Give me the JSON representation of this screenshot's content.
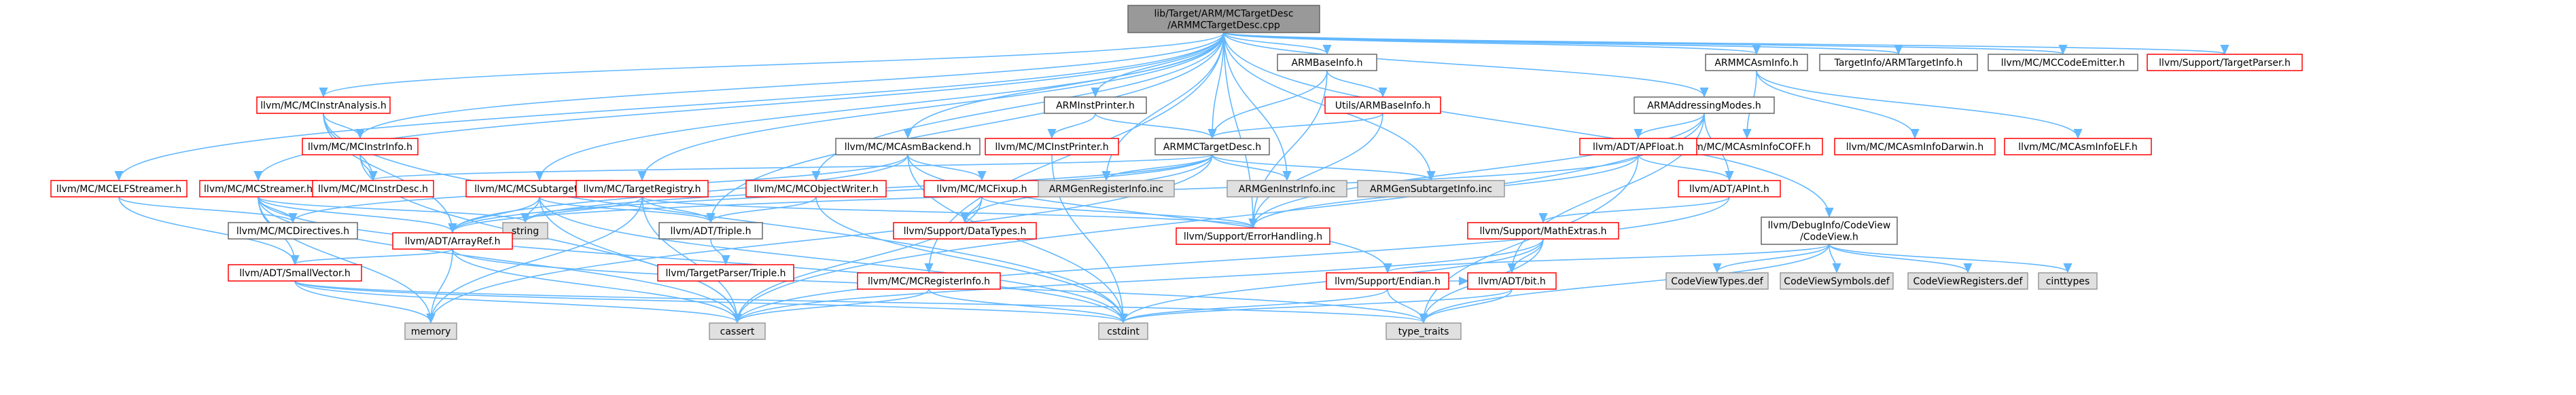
{
  "colors": {
    "edge": "#63b8ff",
    "root_fill": "#999999",
    "root_stroke": "#666666",
    "red_stroke": "#ff0000",
    "gray_fill": "#e0e0e0",
    "gray_stroke": "#999999",
    "plain_stroke": "#666666"
  },
  "nodes": [
    {
      "id": "root",
      "lines": [
        "lib/Target/ARM/MCTargetDesc",
        "/ARMMCTargetDesc.cpp"
      ],
      "style": "root"
    },
    {
      "id": "ARMBaseInfo",
      "lines": [
        "ARMBaseInfo.h"
      ],
      "style": "plain"
    },
    {
      "id": "UtilsARMBaseInfo",
      "lines": [
        "Utils/ARMBaseInfo.h"
      ],
      "style": "red"
    },
    {
      "id": "ARMMCAsmInfo",
      "lines": [
        "ARMMCAsmInfo.h"
      ],
      "style": "plain"
    },
    {
      "id": "ARMTargetInfo",
      "lines": [
        "TargetInfo/ARMTargetInfo.h"
      ],
      "style": "plain"
    },
    {
      "id": "MCCodeEmitter",
      "lines": [
        "llvm/MC/MCCodeEmitter.h"
      ],
      "style": "plain"
    },
    {
      "id": "TargetParser",
      "lines": [
        "llvm/Support/TargetParser.h"
      ],
      "style": "red"
    },
    {
      "id": "MCInstrAnalysis",
      "lines": [
        "llvm/MC/MCInstrAnalysis.h"
      ],
      "style": "red"
    },
    {
      "id": "ARMInstPrinter",
      "lines": [
        "ARMInstPrinter.h"
      ],
      "style": "plain"
    },
    {
      "id": "MCInstPrinter",
      "lines": [
        "llvm/MC/MCInstPrinter.h"
      ],
      "style": "red"
    },
    {
      "id": "ARMMCTargetDesc",
      "lines": [
        "ARMMCTargetDesc.h"
      ],
      "style": "plain"
    },
    {
      "id": "ARMAddressingModes",
      "lines": [
        "ARMAddressingModes.h"
      ],
      "style": "plain"
    },
    {
      "id": "MCAsmInfoCOFF",
      "lines": [
        "llvm/MC/MCAsmInfoCOFF.h"
      ],
      "style": "red"
    },
    {
      "id": "MCAsmInfoDarwin",
      "lines": [
        "llvm/MC/MCAsmInfoDarwin.h"
      ],
      "style": "red"
    },
    {
      "id": "MCAsmInfoELF",
      "lines": [
        "llvm/MC/MCAsmInfoELF.h"
      ],
      "style": "red"
    },
    {
      "id": "MCInstrInfo",
      "lines": [
        "llvm/MC/MCInstrInfo.h"
      ],
      "style": "red"
    },
    {
      "id": "MCAsmBackend",
      "lines": [
        "llvm/MC/MCAsmBackend.h"
      ],
      "style": "plain"
    },
    {
      "id": "APFloat",
      "lines": [
        "llvm/ADT/APFloat.h"
      ],
      "style": "red"
    },
    {
      "id": "MCELFStreamer",
      "lines": [
        "llvm/MC/MCELFStreamer.h"
      ],
      "style": "red"
    },
    {
      "id": "MCStreamer",
      "lines": [
        "llvm/MC/MCStreamer.h"
      ],
      "style": "red"
    },
    {
      "id": "MCInstrDesc",
      "lines": [
        "llvm/MC/MCInstrDesc.h"
      ],
      "style": "red"
    },
    {
      "id": "MCSubtargetInfo",
      "lines": [
        "llvm/MC/MCSubtargetInfo.h"
      ],
      "style": "red"
    },
    {
      "id": "TargetRegistry",
      "lines": [
        "llvm/MC/TargetRegistry.h"
      ],
      "style": "red"
    },
    {
      "id": "MCObjectWriter",
      "lines": [
        "llvm/MC/MCObjectWriter.h"
      ],
      "style": "red"
    },
    {
      "id": "MCFixup",
      "lines": [
        "llvm/MC/MCFixup.h"
      ],
      "style": "red"
    },
    {
      "id": "ARMGenRegisterInfo",
      "lines": [
        "ARMGenRegisterInfo.inc"
      ],
      "style": "gray"
    },
    {
      "id": "ARMGenInstrInfo",
      "lines": [
        "ARMGenInstrInfo.inc"
      ],
      "style": "gray"
    },
    {
      "id": "ARMGenSubtargetInfo",
      "lines": [
        "ARMGenSubtargetInfo.inc"
      ],
      "style": "gray"
    },
    {
      "id": "APInt",
      "lines": [
        "llvm/ADT/APInt.h"
      ],
      "style": "red"
    },
    {
      "id": "MCDirectives",
      "lines": [
        "llvm/MC/MCDirectives.h"
      ],
      "style": "plain"
    },
    {
      "id": "string",
      "lines": [
        "string"
      ],
      "style": "gray"
    },
    {
      "id": "ArrayRef",
      "lines": [
        "llvm/ADT/ArrayRef.h"
      ],
      "style": "red"
    },
    {
      "id": "Triple",
      "lines": [
        "llvm/ADT/Triple.h"
      ],
      "style": "plain"
    },
    {
      "id": "DataTypes",
      "lines": [
        "llvm/Support/DataTypes.h"
      ],
      "style": "red"
    },
    {
      "id": "ErrorHandling",
      "lines": [
        "llvm/Support/ErrorHandling.h"
      ],
      "style": "red"
    },
    {
      "id": "MathExtras",
      "lines": [
        "llvm/Support/MathExtras.h"
      ],
      "style": "red"
    },
    {
      "id": "CodeView",
      "lines": [
        "llvm/DebugInfo/CodeView",
        "/CodeView.h"
      ],
      "style": "plain"
    },
    {
      "id": "TargetParserTriple",
      "lines": [
        "llvm/TargetParser/Triple.h"
      ],
      "style": "red"
    },
    {
      "id": "SmallVector",
      "lines": [
        "llvm/ADT/SmallVector.h"
      ],
      "style": "red"
    },
    {
      "id": "MCRegisterInfo",
      "lines": [
        "llvm/MC/MCRegisterInfo.h"
      ],
      "style": "red"
    },
    {
      "id": "Endian",
      "lines": [
        "llvm/Support/Endian.h"
      ],
      "style": "red"
    },
    {
      "id": "bit",
      "lines": [
        "llvm/ADT/bit.h"
      ],
      "style": "red"
    },
    {
      "id": "CodeViewTypes",
      "lines": [
        "CodeViewTypes.def"
      ],
      "style": "gray"
    },
    {
      "id": "CodeViewSymbols",
      "lines": [
        "CodeViewSymbols.def"
      ],
      "style": "gray"
    },
    {
      "id": "CodeViewRegisters",
      "lines": [
        "CodeViewRegisters.def"
      ],
      "style": "gray"
    },
    {
      "id": "cinttypes",
      "lines": [
        "cinttypes"
      ],
      "style": "gray"
    },
    {
      "id": "memory",
      "lines": [
        "memory"
      ],
      "style": "gray"
    },
    {
      "id": "cassert",
      "lines": [
        "cassert"
      ],
      "style": "gray"
    },
    {
      "id": "cstdint",
      "lines": [
        "cstdint"
      ],
      "style": "gray"
    },
    {
      "id": "type_traits",
      "lines": [
        "type_traits"
      ],
      "style": "gray"
    }
  ],
  "edges": [
    [
      "root",
      "ARMBaseInfo"
    ],
    [
      "root",
      "ARMMCAsmInfo"
    ],
    [
      "root",
      "ARMTargetInfo"
    ],
    [
      "root",
      "MCCodeEmitter"
    ],
    [
      "root",
      "TargetParser"
    ],
    [
      "root",
      "MCInstrAnalysis"
    ],
    [
      "root",
      "ARMInstPrinter"
    ],
    [
      "root",
      "ARMMCTargetDesc"
    ],
    [
      "root",
      "ARMAddressingModes"
    ],
    [
      "root",
      "MCInstrInfo"
    ],
    [
      "root",
      "MCAsmBackend"
    ],
    [
      "root",
      "MCELFStreamer"
    ],
    [
      "root",
      "MCStreamer"
    ],
    [
      "root",
      "MCSubtargetInfo"
    ],
    [
      "root",
      "TargetRegistry"
    ],
    [
      "root",
      "MCObjectWriter"
    ],
    [
      "root",
      "ARMGenRegisterInfo"
    ],
    [
      "root",
      "ARMGenInstrInfo"
    ],
    [
      "root",
      "ARMGenSubtargetInfo"
    ],
    [
      "root",
      "Triple"
    ],
    [
      "root",
      "MCRegisterInfo"
    ],
    [
      "root",
      "ErrorHandling"
    ],
    [
      "root",
      "CodeView"
    ],
    [
      "ARMBaseInfo",
      "UtilsARMBaseInfo"
    ],
    [
      "ARMBaseInfo",
      "ARMMCTargetDesc"
    ],
    [
      "ARMBaseInfo",
      "ErrorHandling"
    ],
    [
      "UtilsARMBaseInfo",
      "ARMMCTargetDesc"
    ],
    [
      "UtilsARMBaseInfo",
      "ErrorHandling"
    ],
    [
      "ARMMCAsmInfo",
      "MCAsmInfoCOFF"
    ],
    [
      "ARMMCAsmInfo",
      "MCAsmInfoDarwin"
    ],
    [
      "ARMMCAsmInfo",
      "MCAsmInfoELF"
    ],
    [
      "MCInstrAnalysis",
      "MCInstrInfo"
    ],
    [
      "MCInstrAnalysis",
      "MCInstrDesc"
    ],
    [
      "MCInstrAnalysis",
      "ArrayRef"
    ],
    [
      "MCInstrAnalysis",
      "cstdint"
    ],
    [
      "ARMInstPrinter",
      "MCInstPrinter"
    ],
    [
      "ARMInstPrinter",
      "ARMMCTargetDesc"
    ],
    [
      "MCInstPrinter",
      "cstdint"
    ],
    [
      "ARMMCTargetDesc",
      "ARMGenRegisterInfo"
    ],
    [
      "ARMMCTargetDesc",
      "ARMGenInstrInfo"
    ],
    [
      "ARMMCTargetDesc",
      "ARMGenSubtargetInfo"
    ],
    [
      "ARMMCTargetDesc",
      "DataTypes"
    ],
    [
      "ARMMCTargetDesc",
      "memory"
    ],
    [
      "ARMMCTargetDesc",
      "string"
    ],
    [
      "ARMMCTargetDesc",
      "MCInstrDesc"
    ],
    [
      "ARMMCTargetDesc",
      "ArrayRef"
    ],
    [
      "ARMAddressingModes",
      "APFloat"
    ],
    [
      "ARMAddressingModes",
      "APInt"
    ],
    [
      "ARMAddressingModes",
      "bit"
    ],
    [
      "ARMAddressingModes",
      "ErrorHandling"
    ],
    [
      "ARMAddressingModes",
      "cassert"
    ],
    [
      "APFloat",
      "APInt"
    ],
    [
      "APFloat",
      "ArrayRef"
    ],
    [
      "APFloat",
      "ErrorHandling"
    ],
    [
      "APFloat",
      "type_traits"
    ],
    [
      "APInt",
      "MathExtras"
    ],
    [
      "APInt",
      "cassert"
    ],
    [
      "MCInstrInfo",
      "MCInstrDesc"
    ],
    [
      "MCInstrInfo",
      "cassert"
    ],
    [
      "MCAsmBackend",
      "ArrayRef"
    ],
    [
      "MCAsmBackend",
      "MCDirectives"
    ],
    [
      "MCAsmBackend",
      "MCFixup"
    ],
    [
      "MCAsmBackend",
      "Endian"
    ],
    [
      "MCAsmBackend",
      "cstdint"
    ],
    [
      "MCFixup",
      "DataTypes"
    ],
    [
      "MCFixup",
      "ErrorHandling"
    ],
    [
      "MCFixup",
      "cassert"
    ],
    [
      "MCELFStreamer",
      "SmallVector"
    ],
    [
      "MCELFStreamer",
      "MCDirectives"
    ],
    [
      "MCStreamer",
      "ArrayRef"
    ],
    [
      "MCStreamer",
      "SmallVector"
    ],
    [
      "MCStreamer",
      "MCDirectives"
    ],
    [
      "MCStreamer",
      "cassert"
    ],
    [
      "MCStreamer",
      "cstdint"
    ],
    [
      "MCStreamer",
      "memory"
    ],
    [
      "MCStreamer",
      "string"
    ],
    [
      "MCSubtargetInfo",
      "ArrayRef"
    ],
    [
      "MCSubtargetInfo",
      "Triple"
    ],
    [
      "MCSubtargetInfo",
      "cassert"
    ],
    [
      "MCSubtargetInfo",
      "cstdint"
    ],
    [
      "MCSubtargetInfo",
      "string"
    ],
    [
      "TargetRegistry",
      "Triple"
    ],
    [
      "TargetRegistry",
      "ErrorHandling"
    ],
    [
      "TargetRegistry",
      "cassert"
    ],
    [
      "TargetRegistry",
      "memory"
    ],
    [
      "TargetRegistry",
      "string"
    ],
    [
      "MCObjectWriter",
      "Triple"
    ],
    [
      "MCObjectWriter",
      "cstdint"
    ],
    [
      "Triple",
      "TargetParserTriple"
    ],
    [
      "ArrayRef",
      "SmallVector"
    ],
    [
      "ArrayRef",
      "cassert"
    ],
    [
      "ArrayRef",
      "memory"
    ],
    [
      "ArrayRef",
      "type_traits"
    ],
    [
      "SmallVector",
      "cassert"
    ],
    [
      "SmallVector",
      "memory"
    ],
    [
      "SmallVector",
      "cstdint"
    ],
    [
      "SmallVector",
      "type_traits"
    ],
    [
      "MathExtras",
      "bit"
    ],
    [
      "MathExtras",
      "cassert"
    ],
    [
      "MathExtras",
      "type_traits"
    ],
    [
      "MathExtras",
      "cstdint"
    ],
    [
      "bit",
      "cstdint"
    ],
    [
      "bit",
      "type_traits"
    ],
    [
      "Endian",
      "bit"
    ],
    [
      "Endian",
      "cstdint"
    ],
    [
      "Endian",
      "type_traits"
    ],
    [
      "MCRegisterInfo",
      "cassert"
    ],
    [
      "MCRegisterInfo",
      "cstdint"
    ],
    [
      "CodeView",
      "CodeViewTypes"
    ],
    [
      "CodeView",
      "CodeViewSymbols"
    ],
    [
      "CodeView",
      "CodeViewRegisters"
    ],
    [
      "CodeView",
      "cinttypes"
    ],
    [
      "CodeView",
      "Endian"
    ],
    [
      "CodeView",
      "type_traits"
    ]
  ]
}
